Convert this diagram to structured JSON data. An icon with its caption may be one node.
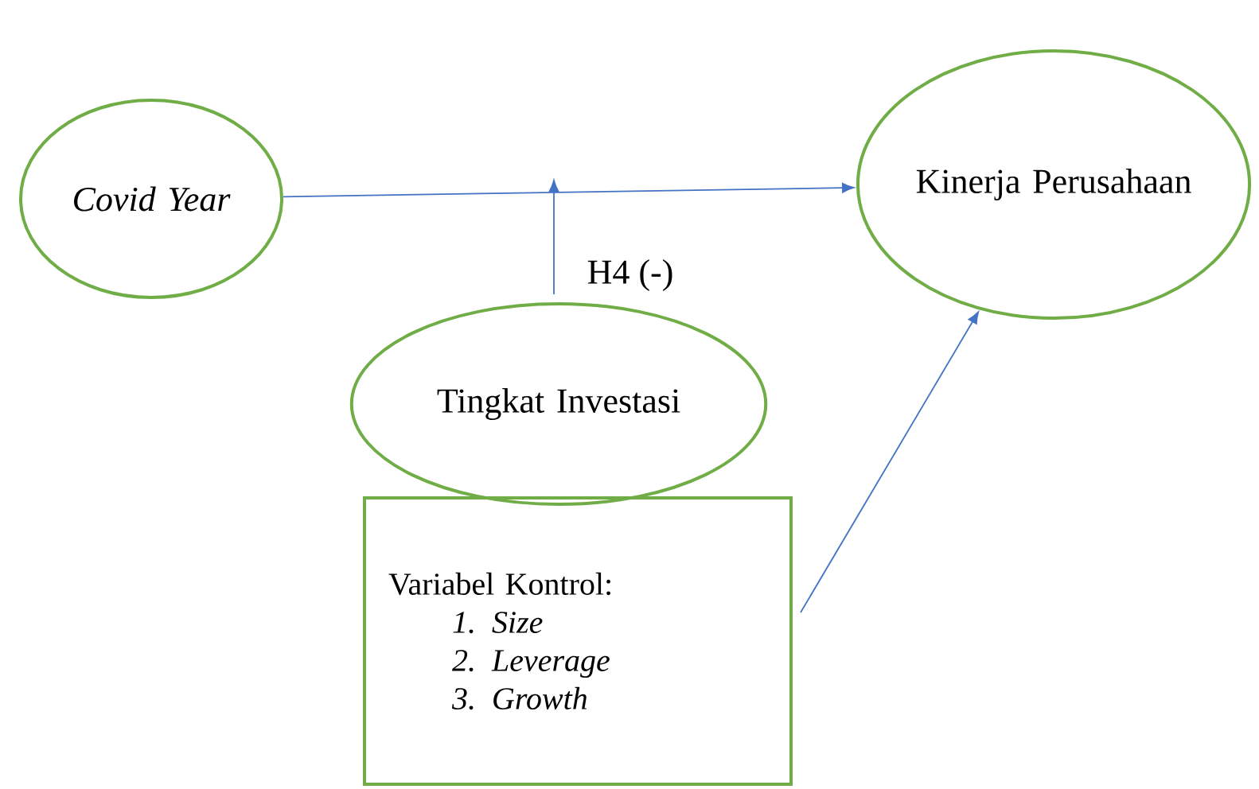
{
  "diagram": {
    "nodes": [
      {
        "text": [
          "Covid Year"
        ]
      },
      {
        "text": [
          "Kinerja Perusahaan"
        ]
      },
      {
        "text": [
          "Tingkat Investasi"
        ]
      },
      {
        "text": [
          "Variabel Kontrol:",
          "1. Size",
          "2. Leverage",
          "3. Growth"
        ]
      }
    ],
    "edges": [
      {
        "from": 0,
        "to": 1,
        "arrow": "to"
      },
      {
        "from": 2,
        "to": null,
        "arrow": "to",
        "label": "H4 (-)"
      },
      {
        "from": 3,
        "to": 1,
        "arrow": "to"
      }
    ]
  }
}
